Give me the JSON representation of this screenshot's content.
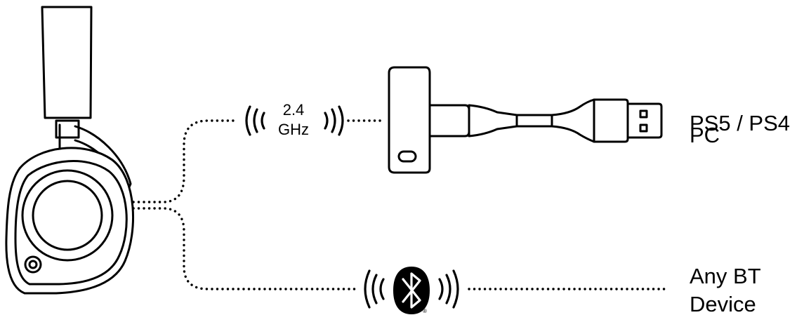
{
  "wireless_label": {
    "line1": "2.4",
    "line2": "GHz"
  },
  "dongle_targets": {
    "line1": "PS5 / PS4",
    "line2": "PC"
  },
  "bt_targets": {
    "line1": "Any BT",
    "line2": "Device"
  },
  "registered_mark": "®",
  "icons": {
    "headset": "headset-icon",
    "wifi_waves": "wireless-waves-icon",
    "dongle": "usb-dongle-icon",
    "bluetooth": "bluetooth-icon"
  },
  "colors": {
    "ink": "#000000",
    "background": "#ffffff"
  }
}
